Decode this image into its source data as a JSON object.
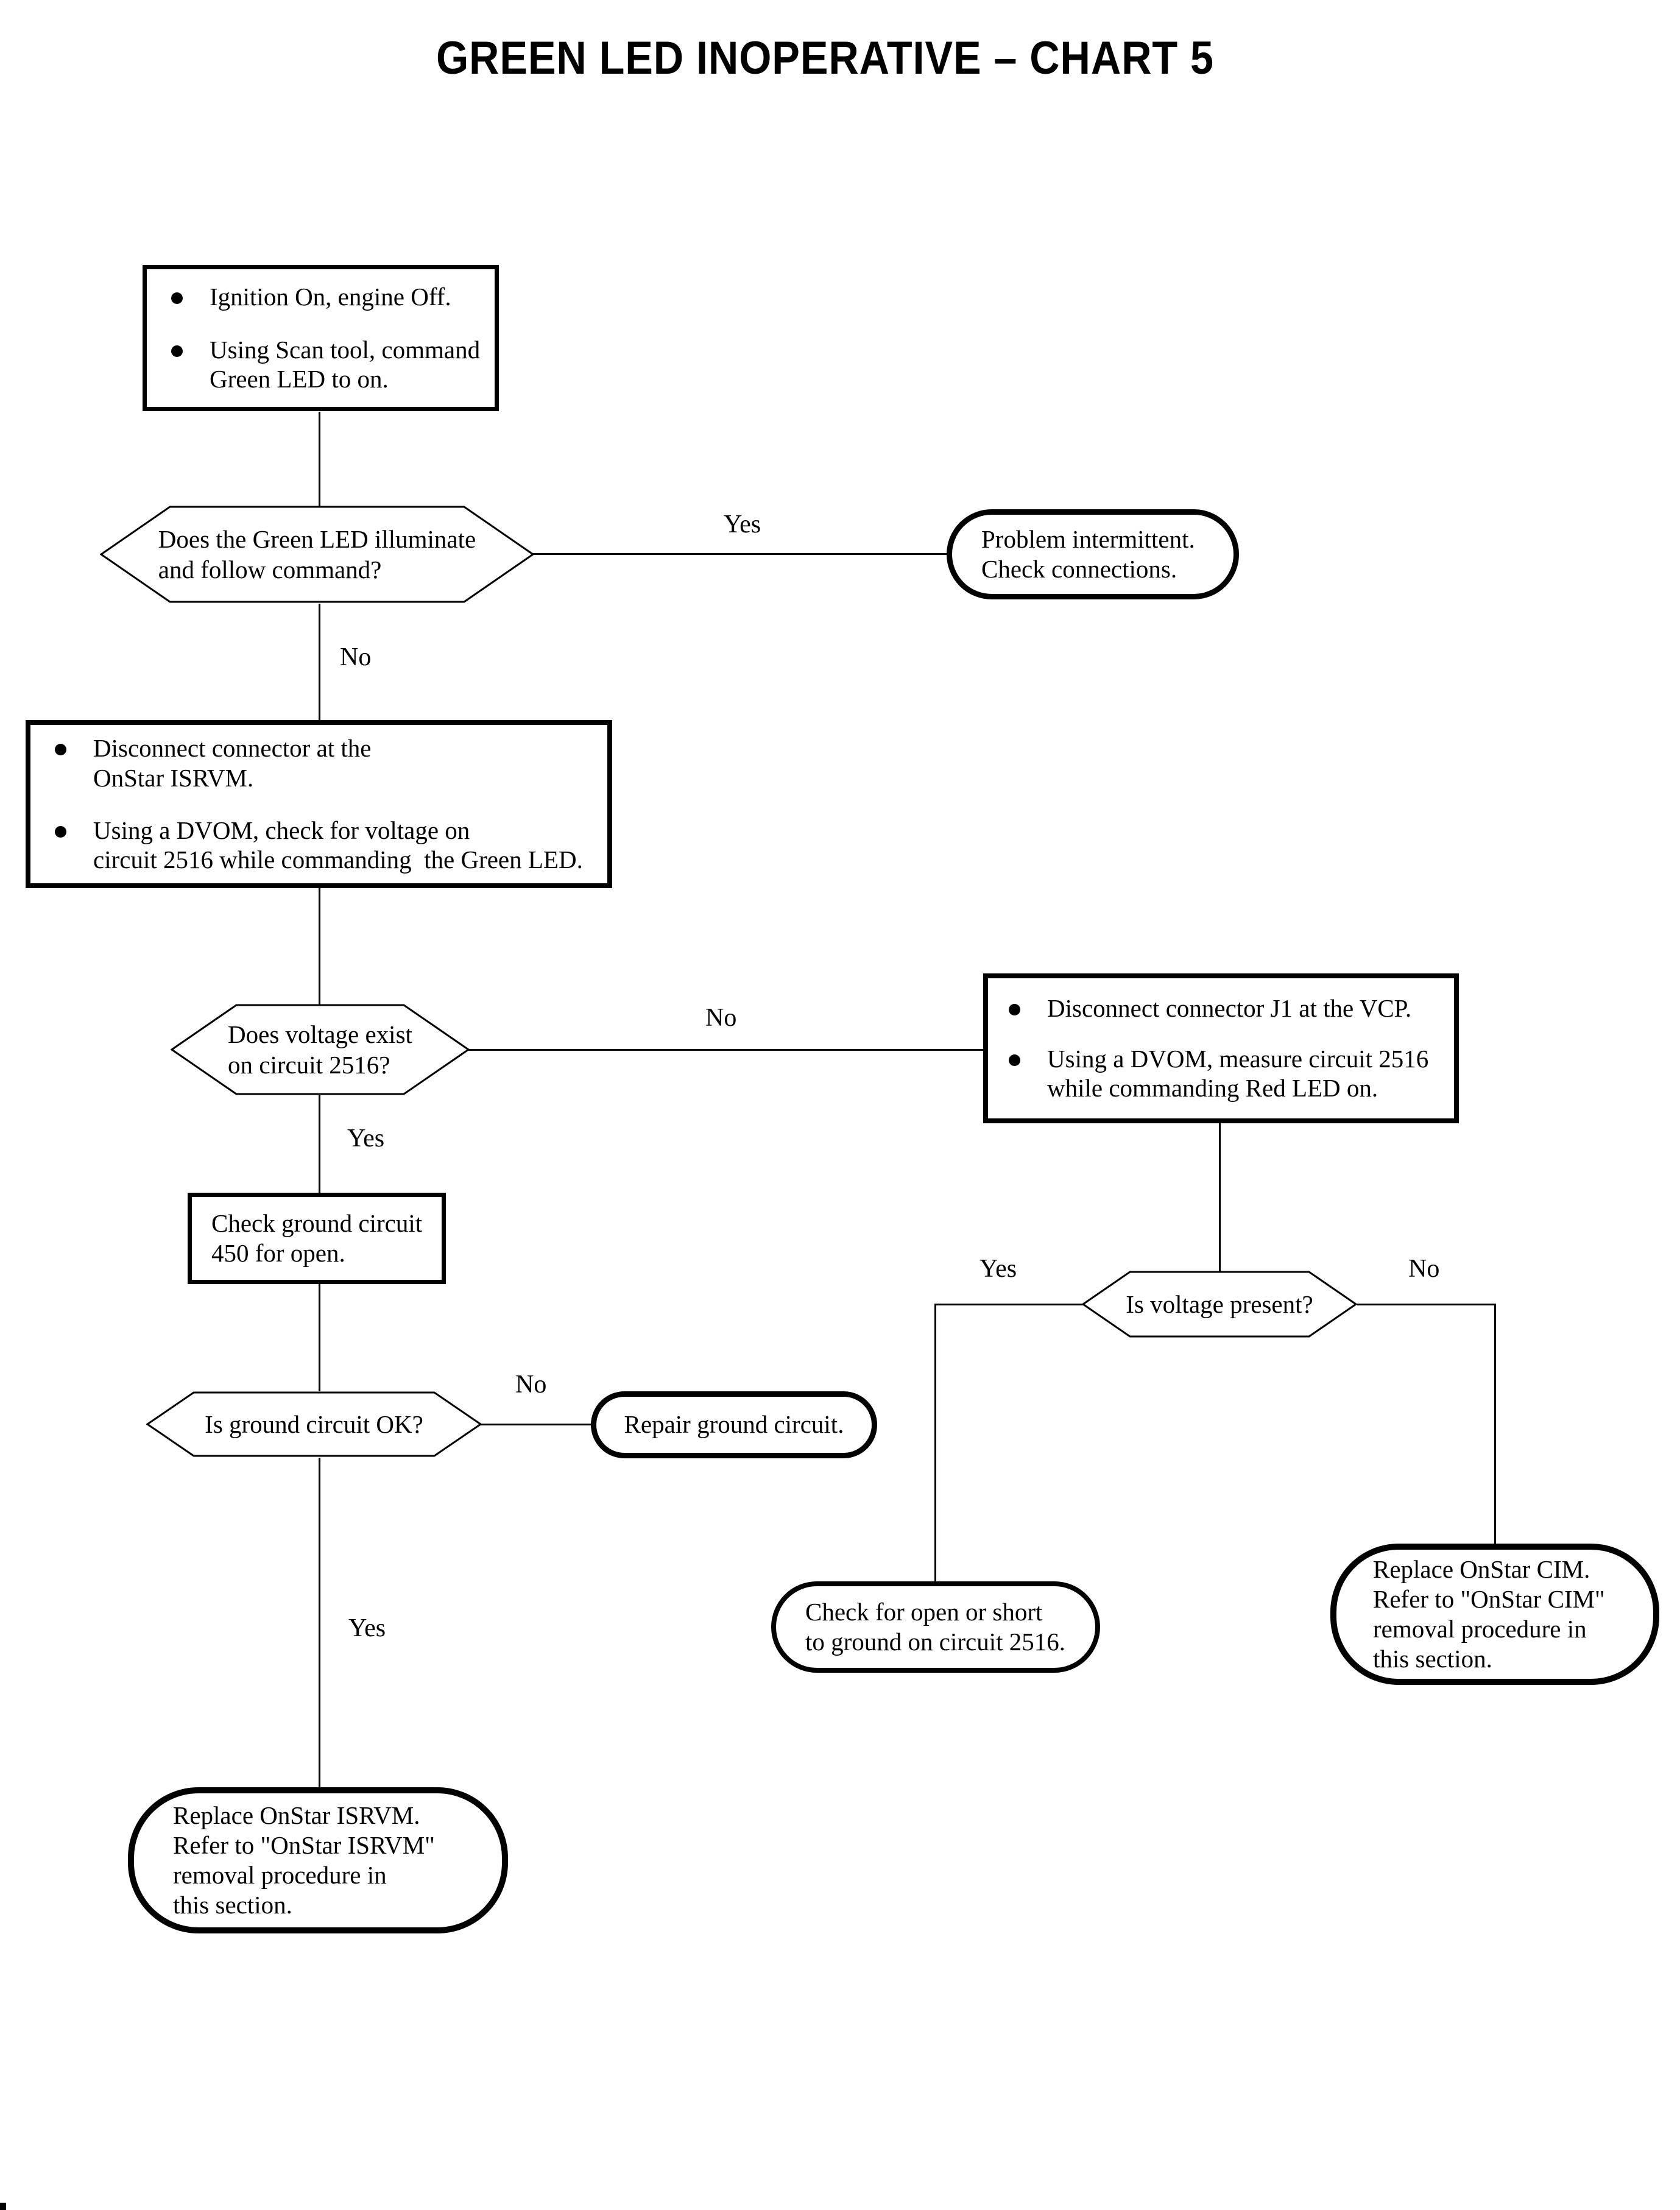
{
  "page": {
    "background": "#ffffff",
    "ink": "#000000"
  },
  "title": "GREEN LED INOPERATIVE – CHART 5",
  "nodes": {
    "start": {
      "type": "process",
      "bullets": [
        "Ignition On, engine Off.",
        "Using Scan tool, command\nGreen LED to on."
      ]
    },
    "led_follows": {
      "type": "decision",
      "text": "Does the Green LED illuminate\nand follow command?"
    },
    "problem_intermittent": {
      "type": "terminator",
      "text": "Problem intermittent.\nCheck connections."
    },
    "isrvm_voltage_check": {
      "type": "process",
      "bullets": [
        "Disconnect connector at the\nOnStar ISRVM.",
        "Using a DVOM, check for voltage on\ncircuit 2516 while commanding  the Green LED."
      ]
    },
    "voltage_on_2516": {
      "type": "decision",
      "text": "Does voltage exist\non circuit 2516?"
    },
    "vcp_measure": {
      "type": "process",
      "bullets": [
        "Disconnect connector J1 at the VCP.",
        "Using a DVOM, measure circuit 2516\nwhile commanding Red LED on."
      ]
    },
    "check_ground_450": {
      "type": "process",
      "text": "Check ground circuit\n450 for open."
    },
    "voltage_present": {
      "type": "decision",
      "text": "Is voltage present?"
    },
    "ground_ok": {
      "type": "decision",
      "text": "Is ground circuit OK?"
    },
    "repair_ground": {
      "type": "terminator",
      "text": "Repair ground circuit."
    },
    "check_open_short": {
      "type": "terminator",
      "text": "Check for open or short\nto ground on circuit 2516."
    },
    "replace_cim": {
      "type": "terminator",
      "text": "Replace OnStar CIM.\nRefer to \"OnStar CIM\"\nremoval procedure in\nthis section."
    },
    "replace_isrvm": {
      "type": "terminator",
      "text": "Replace OnStar ISRVM.\nRefer to \"OnStar ISRVM\"\nremoval procedure in\nthis section."
    }
  },
  "edge_labels": {
    "led_follows_yes": "Yes",
    "led_follows_no": "No",
    "voltage_on_2516_no": "No",
    "voltage_on_2516_yes": "Yes",
    "voltage_present_yes": "Yes",
    "voltage_present_no": "No",
    "ground_ok_no": "No",
    "ground_ok_yes": "Yes"
  },
  "edges": [
    {
      "from": "start",
      "to": "led_follows",
      "label": ""
    },
    {
      "from": "led_follows",
      "to": "problem_intermittent",
      "label": "Yes"
    },
    {
      "from": "led_follows",
      "to": "isrvm_voltage_check",
      "label": "No"
    },
    {
      "from": "isrvm_voltage_check",
      "to": "voltage_on_2516",
      "label": ""
    },
    {
      "from": "voltage_on_2516",
      "to": "vcp_measure",
      "label": "No"
    },
    {
      "from": "voltage_on_2516",
      "to": "check_ground_450",
      "label": "Yes"
    },
    {
      "from": "vcp_measure",
      "to": "voltage_present",
      "label": ""
    },
    {
      "from": "voltage_present",
      "to": "check_open_short",
      "label": "Yes"
    },
    {
      "from": "voltage_present",
      "to": "replace_cim",
      "label": "No"
    },
    {
      "from": "check_ground_450",
      "to": "ground_ok",
      "label": ""
    },
    {
      "from": "ground_ok",
      "to": "repair_ground",
      "label": "No"
    },
    {
      "from": "ground_ok",
      "to": "replace_isrvm",
      "label": "Yes"
    }
  ]
}
